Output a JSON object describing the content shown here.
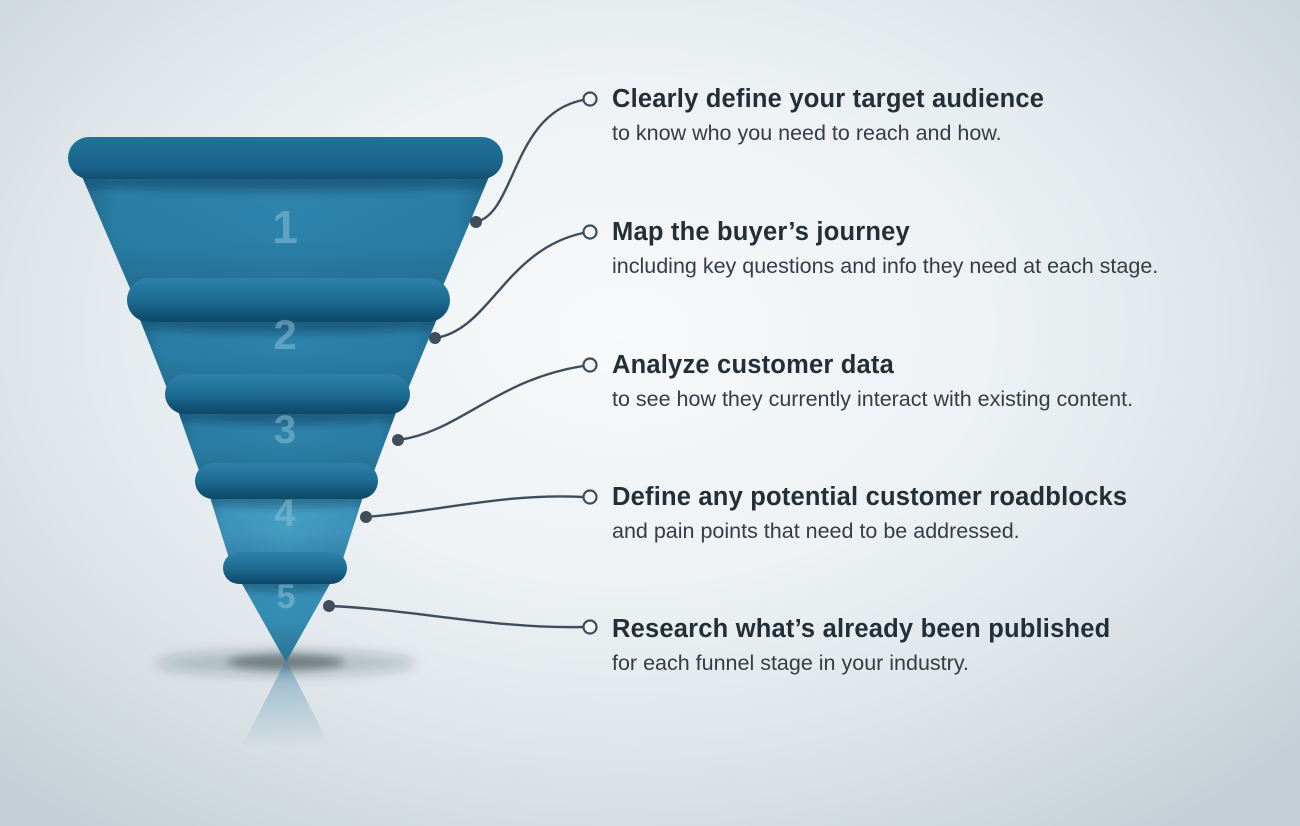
{
  "funnel": {
    "stages": [
      {
        "number": "1"
      },
      {
        "number": "2"
      },
      {
        "number": "3"
      },
      {
        "number": "4"
      },
      {
        "number": "5"
      }
    ]
  },
  "notes": [
    {
      "heading": "Clearly define your target audience",
      "body": "to know who you need to reach and how."
    },
    {
      "heading": "Map the buyer’s journey",
      "body": "including key questions and info they need at each stage."
    },
    {
      "heading": "Analyze customer data",
      "body": "to see how they currently interact with existing content."
    },
    {
      "heading": "Define any potential customer roadblocks",
      "body": "and pain points that need to be addressed."
    },
    {
      "heading": "Research what’s already been published",
      "body": "for each funnel stage in your industry."
    }
  ],
  "colors": {
    "funnel_blue": "#2e86af",
    "funnel_blue_light": "#47a2c8",
    "funnel_dark": "#0d4868",
    "stage_number": "#8ec2dc",
    "connector_line": "#3d4d5b",
    "heading_text": "#222e38",
    "body_text": "#323d47",
    "background_center": "#f6f8f9",
    "background_edge": "#c5d0d6"
  }
}
